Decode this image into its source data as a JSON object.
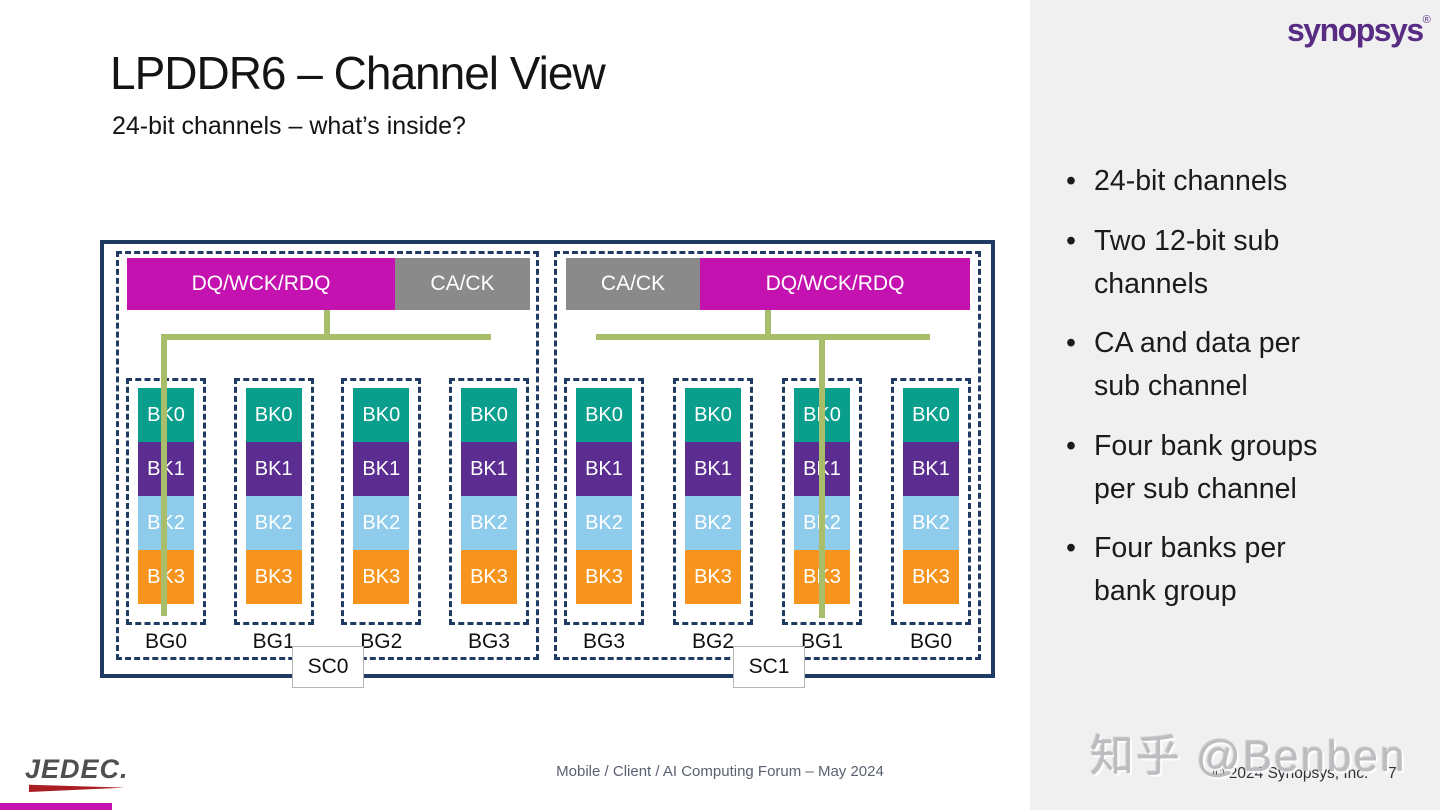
{
  "slide": {
    "title": "LPDDR6 – Channel View",
    "subtitle": "24-bit channels – what’s inside?"
  },
  "branding": {
    "synopsys_logo": "synopsys",
    "synopsys_reg": "®",
    "jedec_logo": "JEDEC."
  },
  "bullets": [
    "24-bit channels",
    "Two 12-bit sub channels",
    "CA and data per sub channel",
    "Four bank groups per sub channel",
    "Four banks per bank group"
  ],
  "diagram": {
    "sub_channels": [
      {
        "label": "SC0",
        "bars": [
          {
            "label": "DQ/WCK/RDQ",
            "kind": "data"
          },
          {
            "label": "CA/CK",
            "kind": "command"
          }
        ],
        "bank_groups": [
          {
            "label": "BG0",
            "banks": [
              "BK0",
              "BK1",
              "BK2",
              "BK3"
            ]
          },
          {
            "label": "BG1",
            "banks": [
              "BK0",
              "BK1",
              "BK2",
              "BK3"
            ]
          },
          {
            "label": "BG2",
            "banks": [
              "BK0",
              "BK1",
              "BK2",
              "BK3"
            ]
          },
          {
            "label": "BG3",
            "banks": [
              "BK0",
              "BK1",
              "BK2",
              "BK3"
            ]
          }
        ]
      },
      {
        "label": "SC1",
        "bars": [
          {
            "label": "CA/CK",
            "kind": "command"
          },
          {
            "label": "DQ/WCK/RDQ",
            "kind": "data"
          }
        ],
        "bank_groups": [
          {
            "label": "BG3",
            "banks": [
              "BK0",
              "BK1",
              "BK2",
              "BK3"
            ]
          },
          {
            "label": "BG2",
            "banks": [
              "BK0",
              "BK1",
              "BK2",
              "BK3"
            ]
          },
          {
            "label": "BG1",
            "banks": [
              "BK0",
              "BK1",
              "BK2",
              "BK3"
            ]
          },
          {
            "label": "BG0",
            "banks": [
              "BK0",
              "BK1",
              "BK2",
              "BK3"
            ]
          }
        ]
      }
    ]
  },
  "footer": {
    "event": "Mobile / Client / AI Computing Forum – May 2024",
    "copyright": "© 2024 Synopsys, Inc.",
    "page_number": "7"
  },
  "watermark": "知乎 @Benben",
  "colors": {
    "navy_border": "#1f3a63",
    "magenta_bar": "#c312b0",
    "gray_bar": "#8a8a8a",
    "bank_bk0": "#0a9e8c",
    "bank_bk1": "#5c2d91",
    "bank_bk2": "#8fcbea",
    "bank_bk3": "#f7941d",
    "green_line": "#a9be6b",
    "panel_bg": "#f0f0f0",
    "synopsys_purple": "#582c83",
    "jedec_red": "#a91e22"
  }
}
